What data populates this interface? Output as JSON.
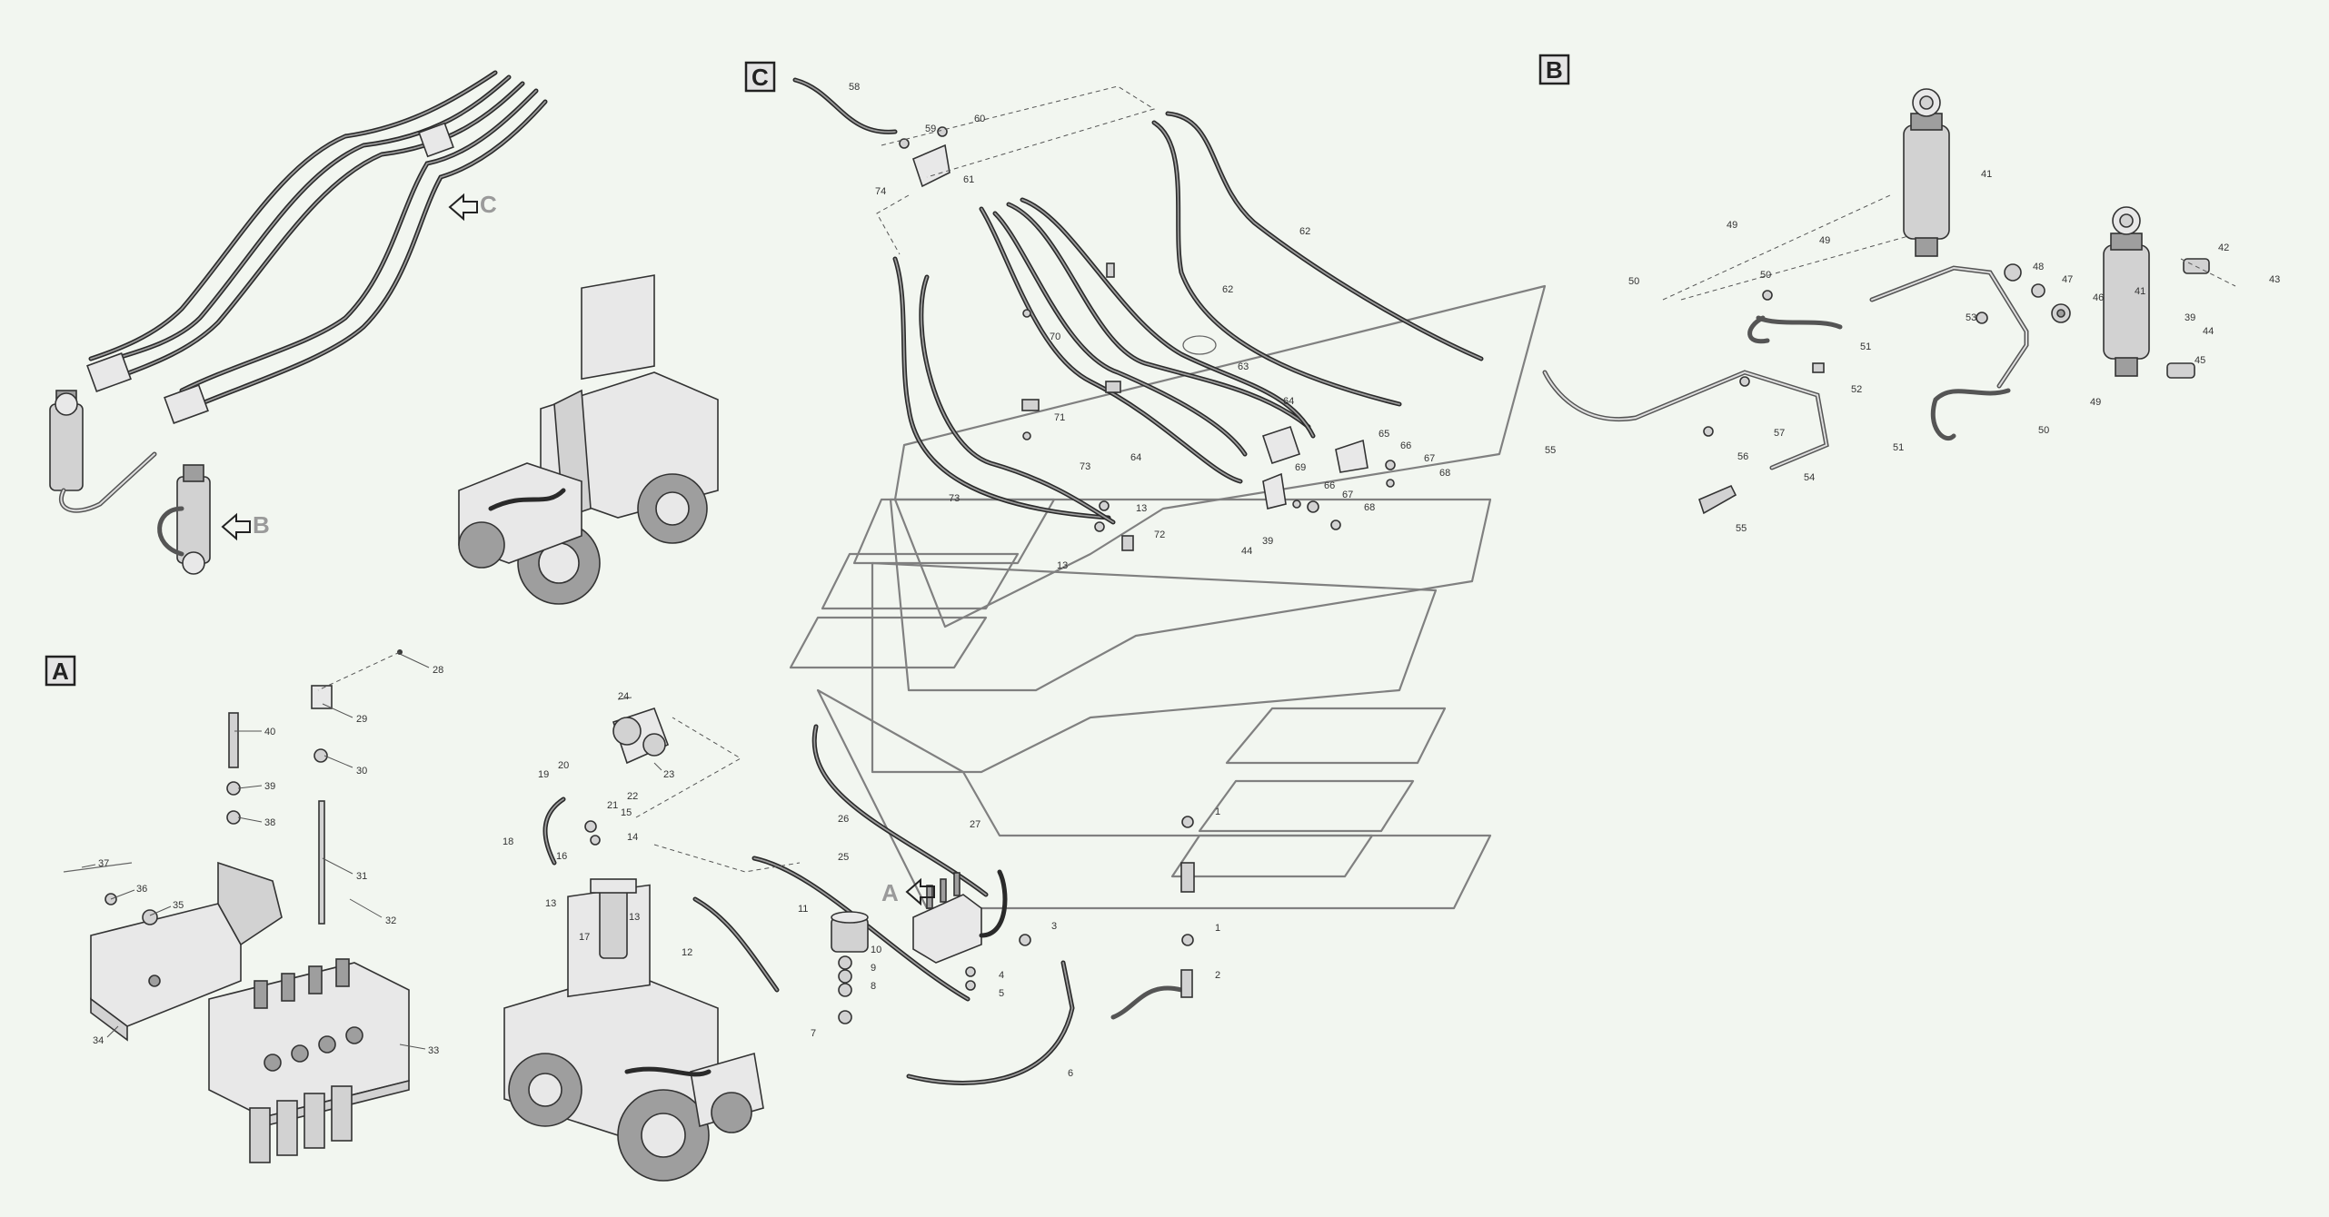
{
  "sections": {
    "A": "A",
    "B": "B",
    "C": "C"
  },
  "callouts": {
    "A": "A",
    "B": "B",
    "C": "C"
  },
  "part_numbers": {
    "n1": "1",
    "n2": "2",
    "n3": "3",
    "n4": "4",
    "n5": "5",
    "n6": "6",
    "n7": "7",
    "n8": "8",
    "n9": "9",
    "n10": "10",
    "n11": "11",
    "n12": "12",
    "n13": "13",
    "n14": "14",
    "n15": "15",
    "n16": "16",
    "n17": "17",
    "n18": "18",
    "n19": "19",
    "n20": "20",
    "n21": "21",
    "n22": "22",
    "n23": "23",
    "n24": "24",
    "n25": "25",
    "n26": "26",
    "n27": "27",
    "n28": "28",
    "n29": "29",
    "n30": "30",
    "n31": "31",
    "n32": "32",
    "n33": "33",
    "n34": "34",
    "n35": "35",
    "n36": "36",
    "n37": "37",
    "n38": "38",
    "n39": "39",
    "n40": "40",
    "n41": "41",
    "n42": "42",
    "n43": "43",
    "n44": "44",
    "n45": "45",
    "n46": "46",
    "n47": "47",
    "n48": "48",
    "n49": "49",
    "n50": "50",
    "n51": "51",
    "n52": "52",
    "n53": "53",
    "n54": "54",
    "n55": "55",
    "n56": "56",
    "n57": "57",
    "n58": "58",
    "n59": "59",
    "n60": "60",
    "n61": "61",
    "n62": "62",
    "n63": "63",
    "n64": "64",
    "n65": "65",
    "n66": "66",
    "n67": "67",
    "n68": "68",
    "n69": "69",
    "n70": "70",
    "n71": "71",
    "n72": "72",
    "n73": "73",
    "n74": "74"
  },
  "colors": {
    "background": "#f2f6f0",
    "line": "#2a2a2a",
    "label_box": "#e4e4e4",
    "callout_text": "#9a9a9a",
    "watermark": "#808080"
  }
}
